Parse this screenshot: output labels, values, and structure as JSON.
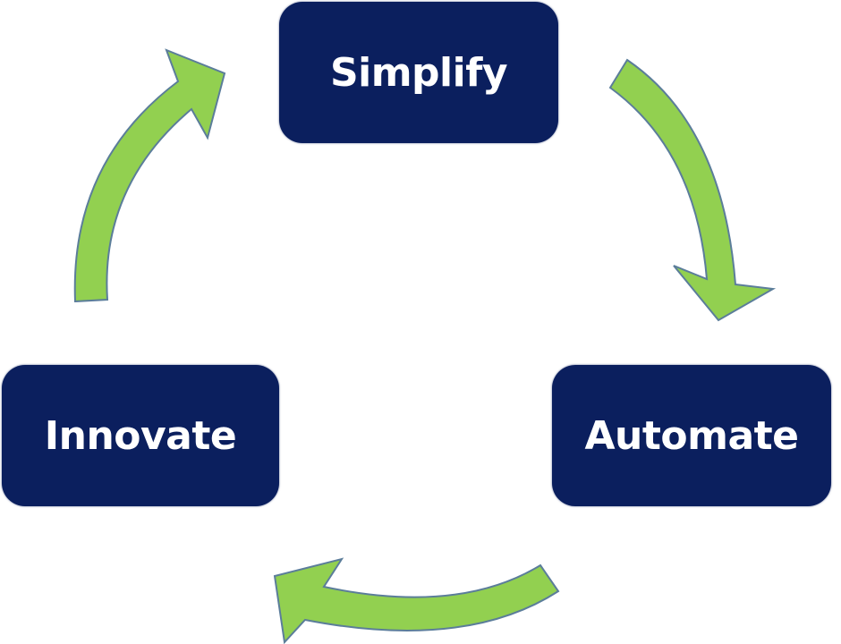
{
  "diagram": {
    "type": "cycle",
    "direction": "clockwise",
    "colors": {
      "node_fill": "#0b1f5e",
      "node_text": "#ffffff",
      "arrow_fill": "#92d050",
      "arrow_outline": "#5b7d9a"
    },
    "nodes": [
      {
        "id": "simplify",
        "label": "Simplify"
      },
      {
        "id": "automate",
        "label": "Automate"
      },
      {
        "id": "innovate",
        "label": "Innovate"
      }
    ],
    "edges": [
      {
        "from": "simplify",
        "to": "automate"
      },
      {
        "from": "automate",
        "to": "innovate"
      },
      {
        "from": "innovate",
        "to": "simplify"
      }
    ]
  }
}
